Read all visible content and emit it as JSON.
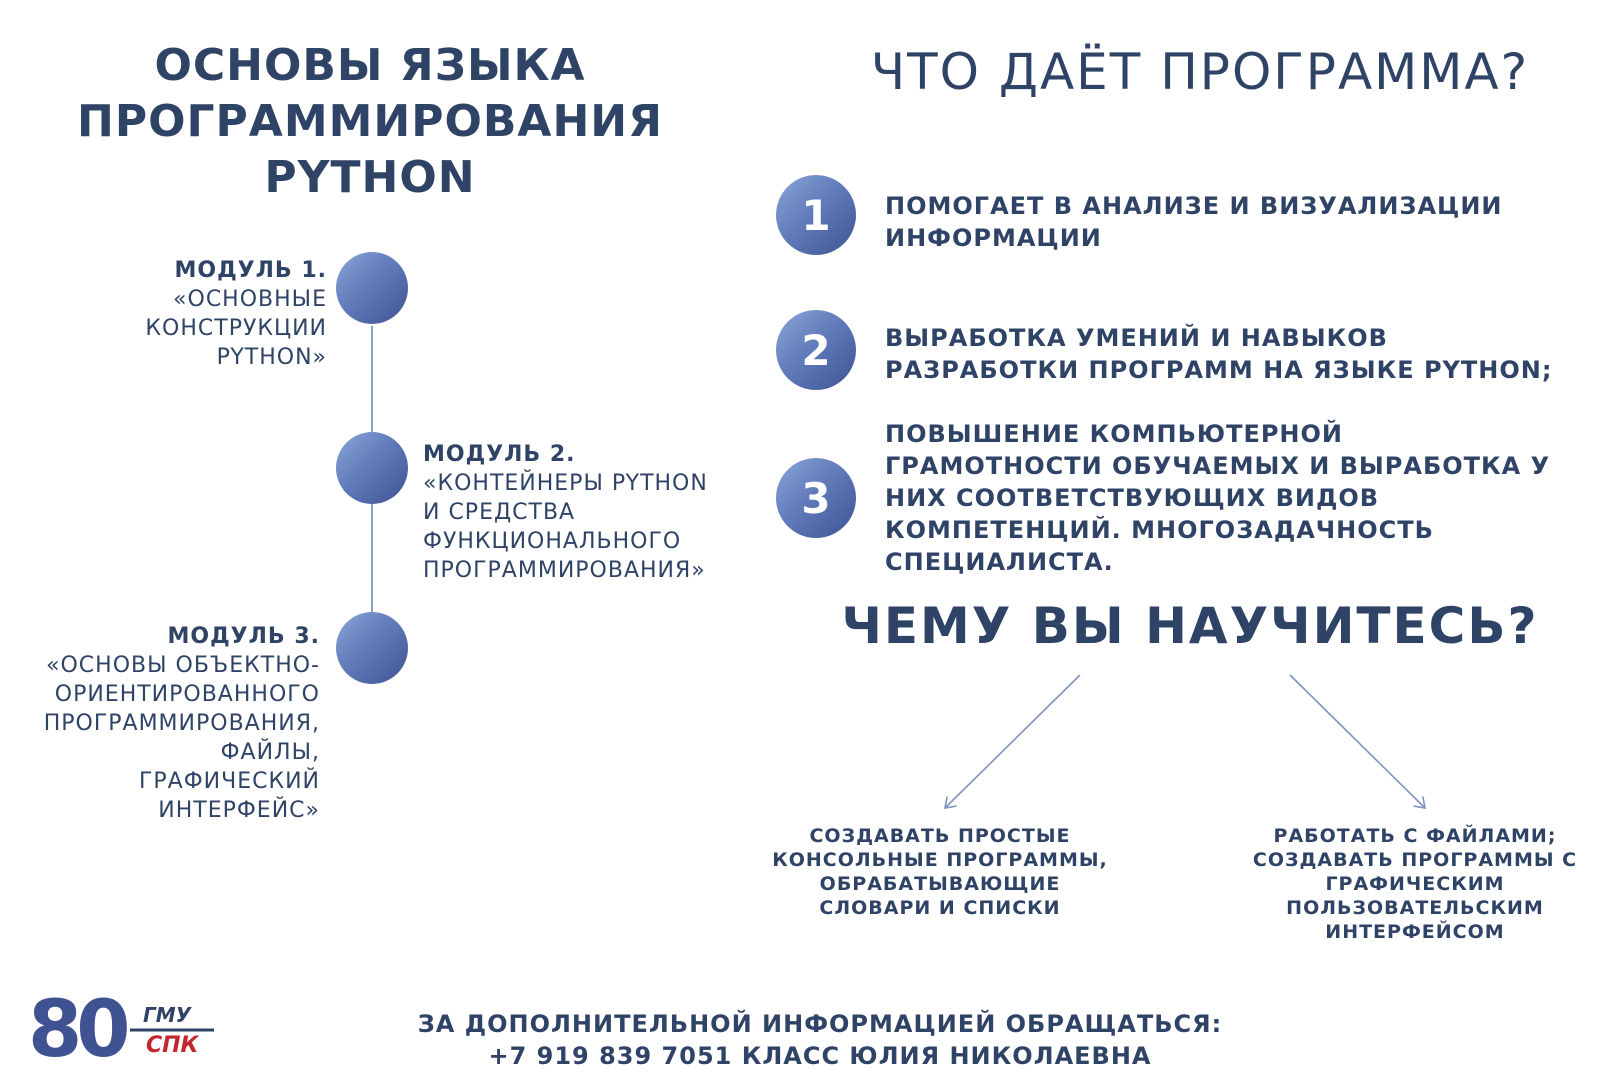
{
  "course": {
    "title_line1": "Основы языка",
    "title_line2": "программирования",
    "title_line3": "Python"
  },
  "modules": [
    {
      "title": "Модуль 1.",
      "lines": [
        "«Основные",
        "конструкции",
        "Python»"
      ]
    },
    {
      "title": "Модуль 2.",
      "lines": [
        "«Контейнеры Python",
        "и средства",
        "функционального",
        "программирования»"
      ]
    },
    {
      "title": "Модуль 3.",
      "lines": [
        "«Основы объектно-",
        "ориентированного",
        "программирования,",
        "файлы,",
        "графический",
        "интерфейс»"
      ]
    }
  ],
  "program": {
    "title": "Что даёт программа?",
    "benefits": [
      {
        "number": "1",
        "lines": [
          "Помогает в анализе и визуализации",
          "информации"
        ]
      },
      {
        "number": "2",
        "lines": [
          "Выработка умений и навыков",
          "разработки программ на языке Python;"
        ]
      },
      {
        "number": "3",
        "lines": [
          "Повышение компьютерной",
          "грамотности обучаемых и выработка у",
          "них соответствующих видов",
          "компетенций. Многозадачность",
          "специалиста."
        ]
      }
    ]
  },
  "learn": {
    "title": "Чему вы научитесь?",
    "outcomes": [
      {
        "lines": [
          "создавать простые",
          "консольные программы,",
          "обрабатывающие",
          "словари и списки"
        ]
      },
      {
        "lines": [
          "работать с файлами;",
          "создавать программы с",
          "графическим",
          "пользовательским",
          "интерфейсом"
        ]
      }
    ]
  },
  "contact": {
    "line1": "За дополнительной информацией обращаться:",
    "line2": "+7 919 839 7051 Класс Юлия Николаевна"
  },
  "logo": {
    "number": "80",
    "text_top": "ГМУ",
    "text_bottom": "СПК"
  },
  "colors": {
    "text": "#2f4366",
    "accent_light": "#8aa4d8",
    "accent_dark": "#3f5291"
  }
}
